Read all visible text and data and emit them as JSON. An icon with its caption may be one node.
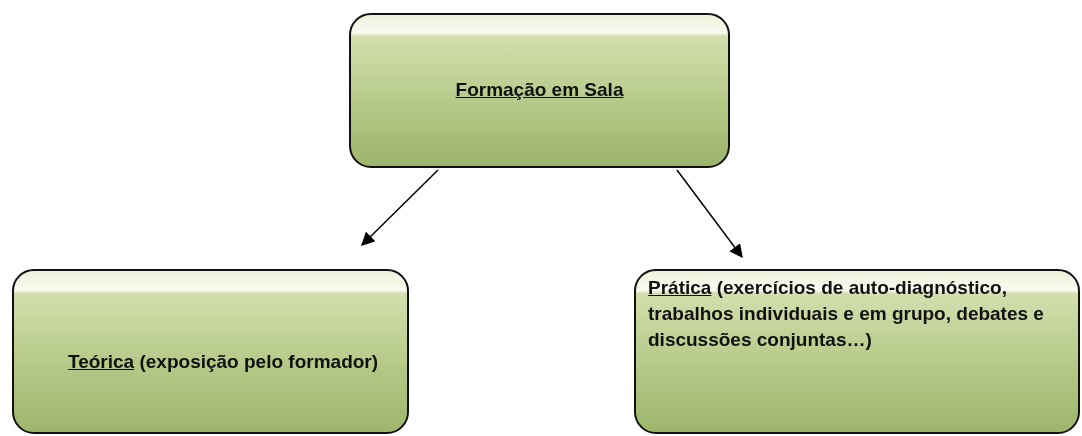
{
  "diagram": {
    "nodes": [
      {
        "text": [
          "Formação em Sala"
        ]
      },
      {
        "text": [
          "**Teórica** (exposição pelo formador)"
        ]
      },
      {
        "text": [
          "**Prática** (exercícios de auto-diagnóstico, trabalhos individuais e em grupo, debates e discussões conjuntas…)"
        ]
      }
    ],
    "edges": [
      {
        "from": 0,
        "to": 1,
        "arrow": "to"
      },
      {
        "from": 0,
        "to": 2,
        "arrow": "to"
      }
    ]
  }
}
